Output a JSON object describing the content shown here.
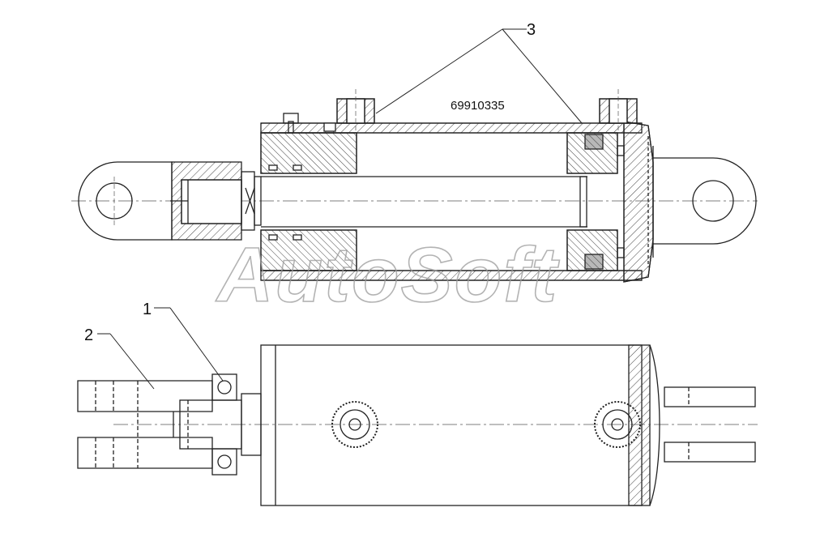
{
  "drawing": {
    "part_number": "69910335",
    "callouts": [
      {
        "id": "callout-1",
        "label": "1"
      },
      {
        "id": "callout-2",
        "label": "2"
      },
      {
        "id": "callout-3",
        "label": "3"
      }
    ],
    "watermark": "AutoSoft"
  },
  "colors": {
    "line": "#222222",
    "hatch": "#444444",
    "centerline": "#555555",
    "watermark": "#9a9a9a",
    "background": "#ffffff"
  }
}
